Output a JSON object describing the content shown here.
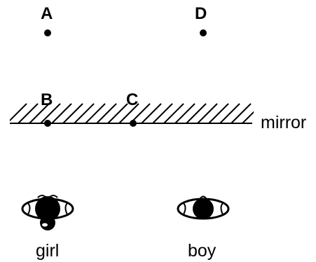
{
  "points": {
    "a": "A",
    "b": "B",
    "c": "C",
    "d": "D"
  },
  "mirror_label": "mirror",
  "figures": {
    "girl": "girl",
    "boy": "boy"
  }
}
